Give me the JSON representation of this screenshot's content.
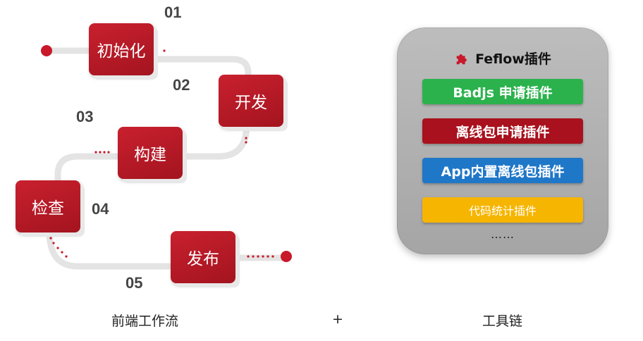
{
  "workflow": {
    "steps": [
      {
        "number": "01",
        "label": "初始化"
      },
      {
        "number": "02",
        "label": "开发"
      },
      {
        "number": "03",
        "label": "构建"
      },
      {
        "number": "04",
        "label": "检查"
      },
      {
        "number": "05",
        "label": "发布"
      }
    ],
    "caption": "前端工作流"
  },
  "plus": "+",
  "toolchain": {
    "title": "Feflow插件",
    "title_icon": "puzzle-icon",
    "plugins": [
      {
        "label": "Badjs 申请插件",
        "color": "#2bb24c"
      },
      {
        "label": "离线包申请插件",
        "color": "#a8111d"
      },
      {
        "label": "App内置离线包插件",
        "color": "#1f77c8"
      },
      {
        "label": "代码统计插件",
        "color": "#f6b500"
      }
    ],
    "ellipsis": "……",
    "caption": "工具链"
  },
  "colors": {
    "step_red": "#b81925",
    "connector_gray": "#e6e6e6"
  }
}
